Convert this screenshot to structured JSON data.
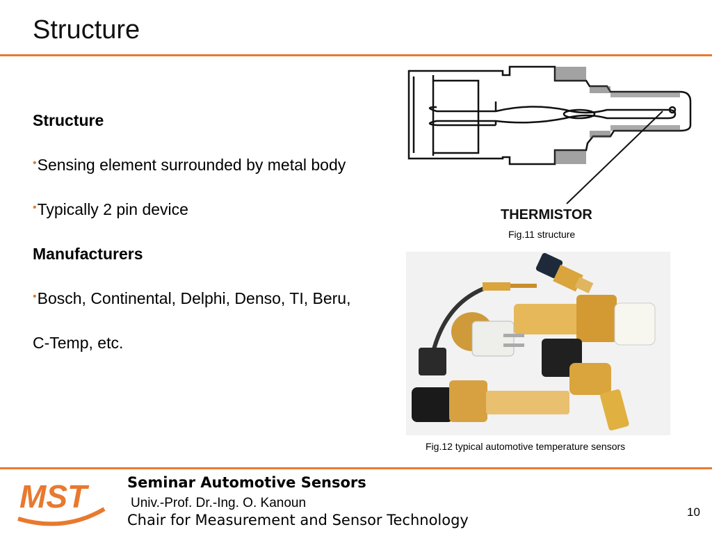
{
  "slide": {
    "title": "Structure"
  },
  "content": {
    "heading_structure": "Structure",
    "bullet_char": "•",
    "bullet1": "Sensing element surrounded by metal body",
    "bullet2": "Typically 2 pin device",
    "heading_manufacturers": "Manufacturers",
    "bullet3": "Bosch, Continental, Delphi, Denso, TI, Beru,",
    "continuation": "C-Temp, etc."
  },
  "figures": {
    "fig11_label": "THERMISTOR",
    "fig11_caption": "Fig.11 structure",
    "fig12_caption": "Fig.12 typical automotive temperature sensors"
  },
  "footer": {
    "logo_text": "MST",
    "seminar": "Seminar Automotive Sensors",
    "professor": "Univ.-Prof. Dr.-Ing. O. Kanoun",
    "chair": "Chair for Measurement and Sensor Technology",
    "page_number": "10"
  },
  "colors": {
    "accent": "#e8792f",
    "brass": "#d9a53c",
    "connector": "#222222"
  }
}
